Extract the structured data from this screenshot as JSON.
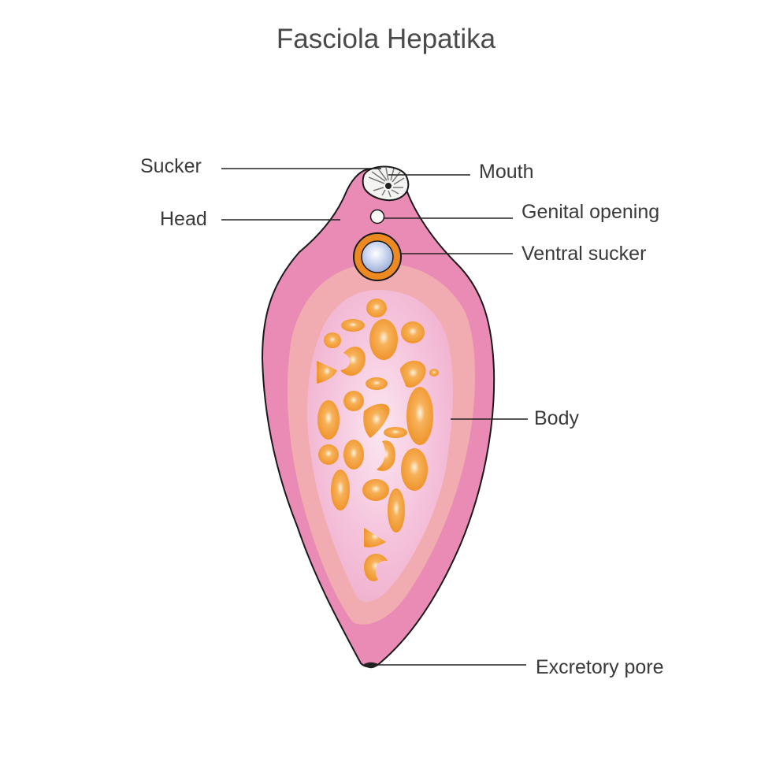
{
  "title": "Fasciola Hepatika",
  "labels": {
    "sucker": "Sucker",
    "head": "Head",
    "mouth": "Mouth",
    "genital_opening": "Genital opening",
    "ventral_sucker": "Ventral sucker",
    "body": "Body",
    "excretory_pore": "Excretory pore"
  },
  "colors": {
    "body_outer": "#e98bb5",
    "body_mid": "#f2b3b2",
    "body_inner": "#f6c2dc",
    "organs": "#ee9a33",
    "ventral_ring": "#ec8a21",
    "ventral_center": "#b9c8e6",
    "leader_lines": "#222222"
  }
}
